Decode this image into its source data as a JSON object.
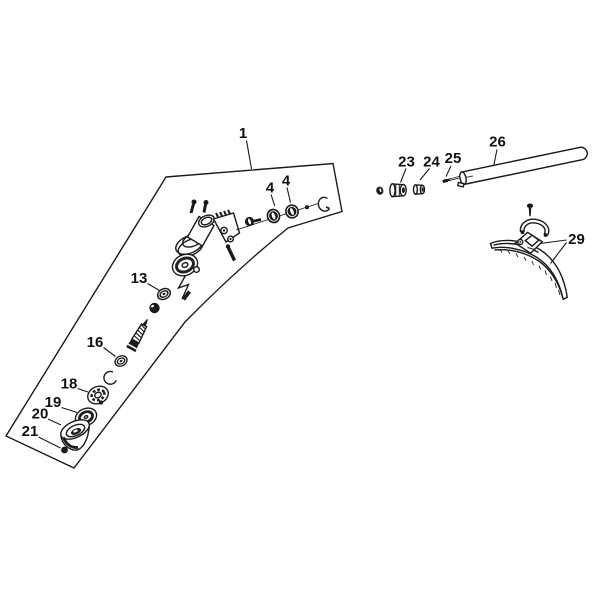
{
  "colors": {
    "background": "#ffffff",
    "line_art": "#1a1a1a",
    "label_text": "#111111"
  },
  "diagram": {
    "type": "exploded-parts-diagram",
    "callouts": [
      {
        "id": "1",
        "text": "1"
      },
      {
        "id": "4a",
        "text": "4"
      },
      {
        "id": "4b",
        "text": "4"
      },
      {
        "id": "13",
        "text": "13"
      },
      {
        "id": "16",
        "text": "16"
      },
      {
        "id": "18",
        "text": "18"
      },
      {
        "id": "19",
        "text": "19"
      },
      {
        "id": "20",
        "text": "20"
      },
      {
        "id": "21",
        "text": "21"
      },
      {
        "id": "23",
        "text": "23"
      },
      {
        "id": "24",
        "text": "24"
      },
      {
        "id": "25",
        "text": "25"
      },
      {
        "id": "26",
        "text": "26"
      },
      {
        "id": "29",
        "text": "29"
      }
    ]
  }
}
